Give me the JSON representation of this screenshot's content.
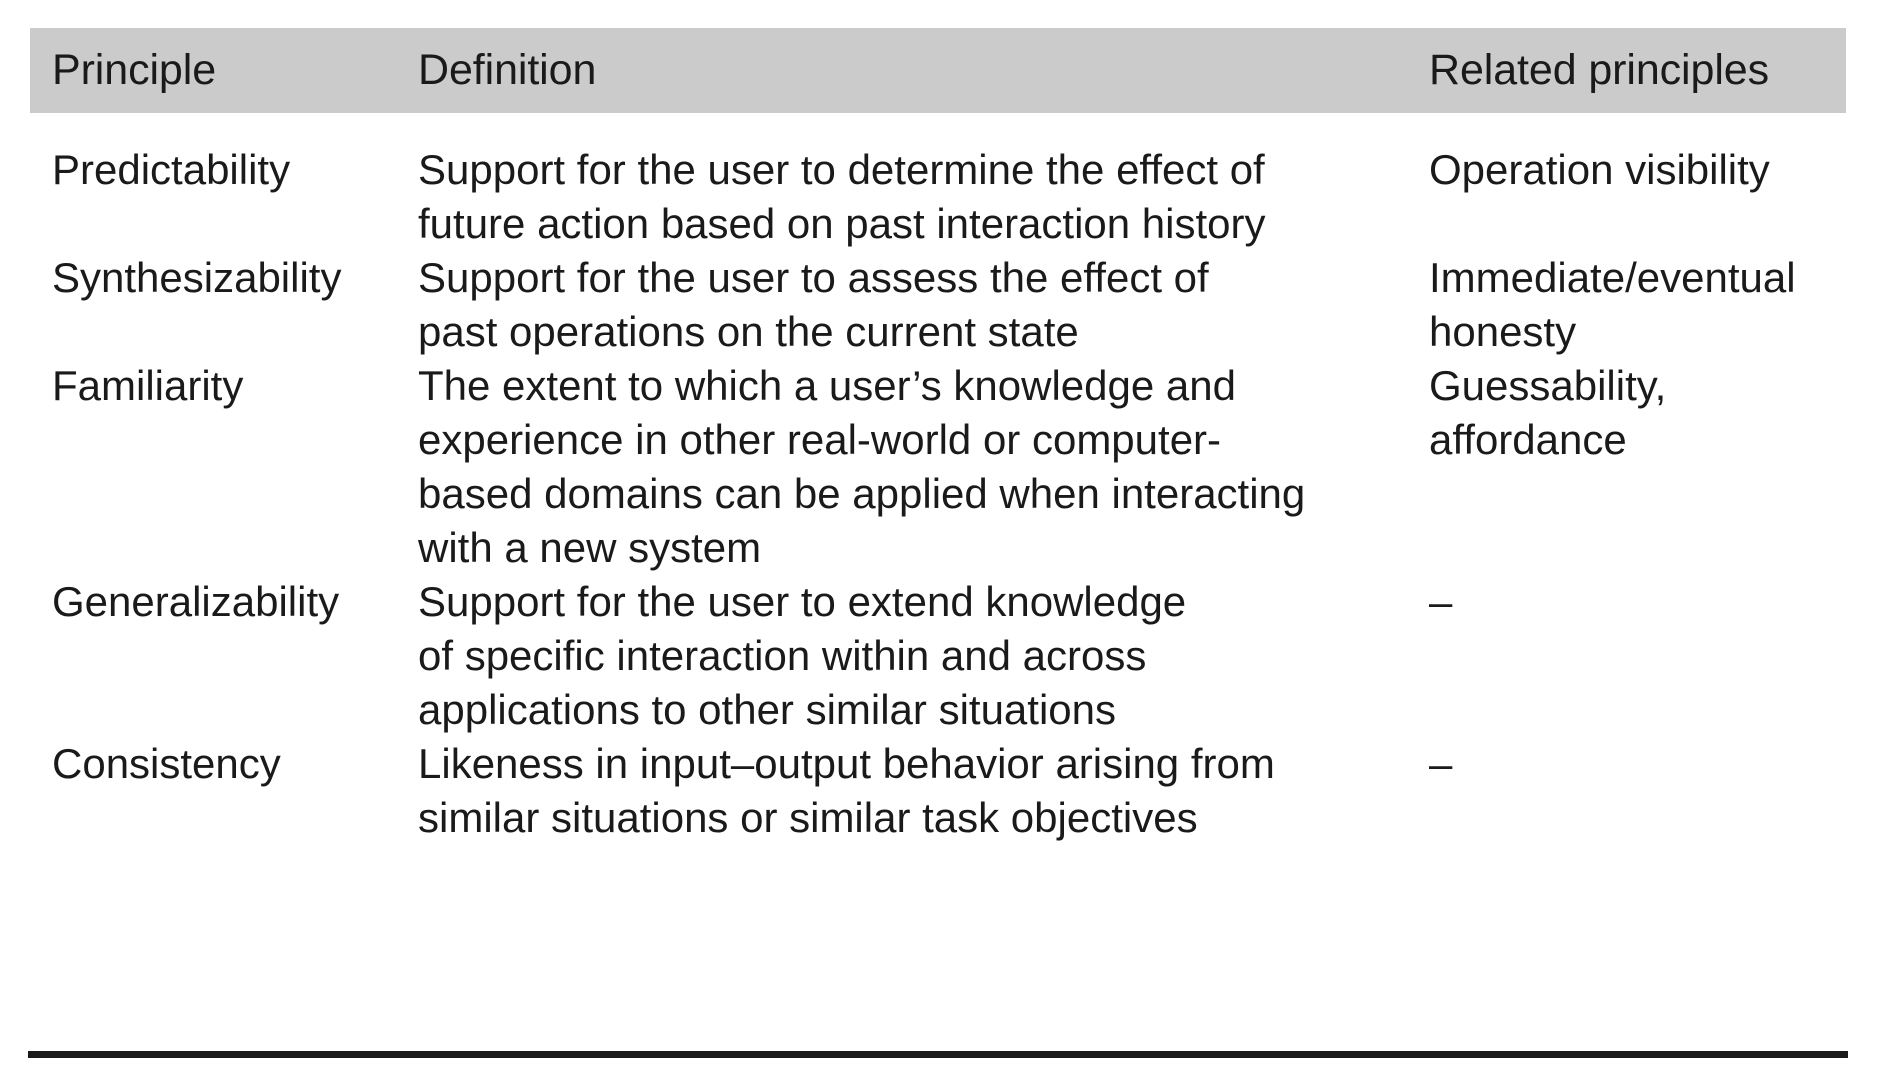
{
  "table": {
    "header": {
      "columns": [
        {
          "id": "principle",
          "label": "Principle"
        },
        {
          "id": "definition",
          "label": "Definition"
        },
        {
          "id": "related",
          "label": "Related principles"
        }
      ],
      "background_color": "#cbcbcb",
      "text_color": "#1a1a1a"
    },
    "bottom_rule_color": "#1a1a1a",
    "rows": [
      {
        "principle": "Predictability",
        "definition_lines": [
          "Support for the user to determine the effect of",
          "future action based on past interaction history"
        ],
        "related_lines": [
          "Operation visibility"
        ]
      },
      {
        "principle": "Synthesizability",
        "definition_lines": [
          "Support for the user to assess the effect of",
          "past operations on the current state"
        ],
        "related_lines": [
          "Immediate/eventual",
          "honesty"
        ]
      },
      {
        "principle": "Familiarity",
        "definition_lines": [
          "The extent to which a user’s knowledge and",
          "experience in other real-world or computer-",
          "based domains can be applied when interacting",
          "with a new system"
        ],
        "related_lines": [
          "Guessability,",
          "affordance"
        ]
      },
      {
        "principle": "Generalizability",
        "definition_lines": [
          "Support for the user to extend knowledge",
          "of specific interaction within and across",
          "applications to other similar situations"
        ],
        "related_lines": [
          "–"
        ]
      },
      {
        "principle": "Consistency",
        "definition_lines": [
          "Likeness in input–output behavior arising from",
          "similar situations or similar task objectives"
        ],
        "related_lines": [
          "–"
        ]
      }
    ]
  }
}
